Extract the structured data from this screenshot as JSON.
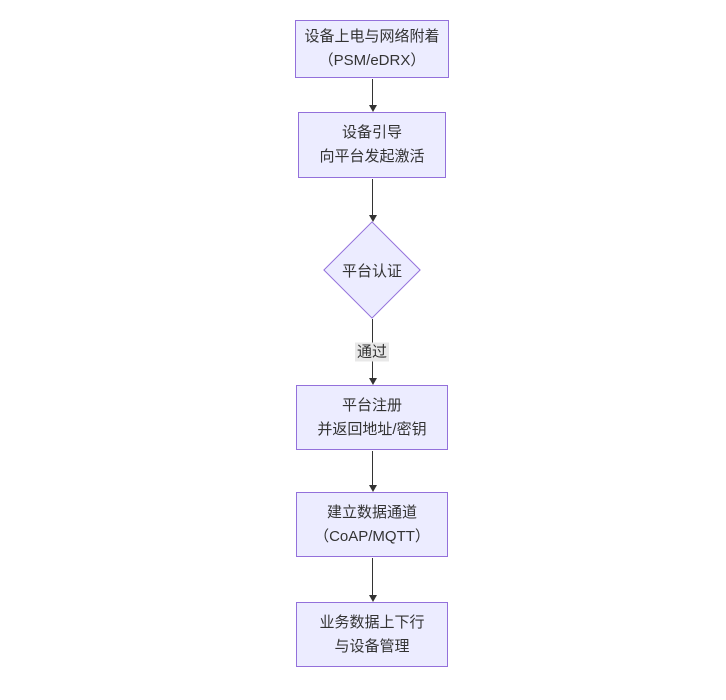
{
  "diagram": {
    "type": "flowchart",
    "direction": "top-down",
    "colors": {
      "node_fill": "#ECECFF",
      "node_border": "#9370DB",
      "node_text": "#333333",
      "edge_line": "#333333",
      "edge_label_bg": "#e8e8e8",
      "canvas_bg": "#ffffff"
    },
    "nodes": [
      {
        "id": "n1",
        "shape": "rect",
        "line1": "设备上电与网络附着",
        "line2": "（PSM/eDRX）"
      },
      {
        "id": "n2",
        "shape": "rect",
        "line1": "设备引导",
        "line2": "向平台发起激活"
      },
      {
        "id": "n3",
        "shape": "diamond",
        "line1": "平台认证",
        "line2": ""
      },
      {
        "id": "n4",
        "shape": "rect",
        "line1": "平台注册",
        "line2": "并返回地址/密钥"
      },
      {
        "id": "n5",
        "shape": "rect",
        "line1": "建立数据通道",
        "line2": "（CoAP/MQTT）"
      },
      {
        "id": "n6",
        "shape": "rect",
        "line1": "业务数据上下行",
        "line2": "与设备管理"
      }
    ],
    "edges": [
      {
        "from": "n1",
        "to": "n2",
        "label": ""
      },
      {
        "from": "n2",
        "to": "n3",
        "label": ""
      },
      {
        "from": "n3",
        "to": "n4",
        "label": "通过"
      },
      {
        "from": "n4",
        "to": "n5",
        "label": ""
      },
      {
        "from": "n5",
        "to": "n6",
        "label": ""
      }
    ]
  }
}
